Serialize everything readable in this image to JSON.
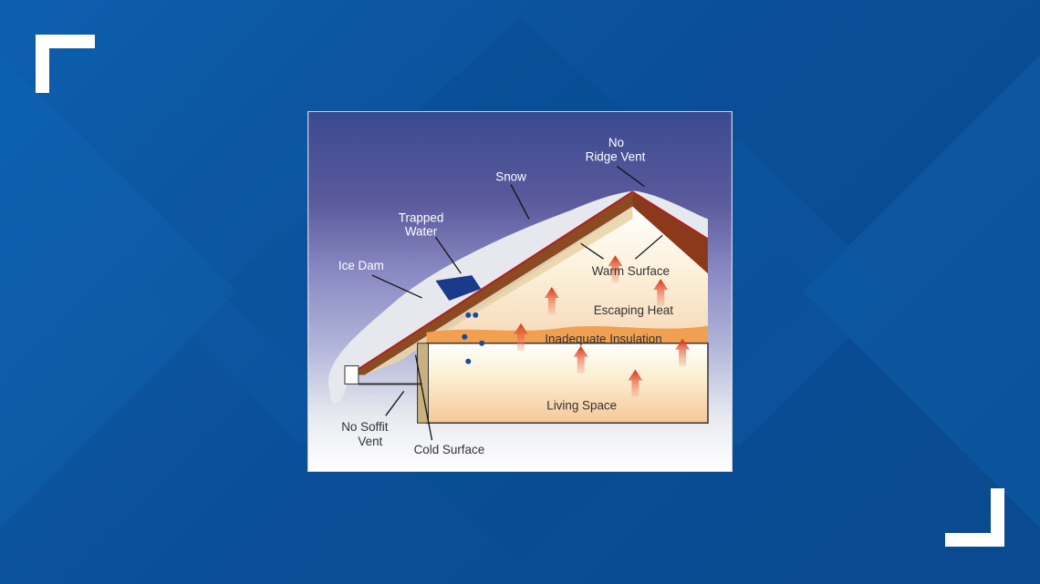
{
  "colors": {
    "background": "#0b55a0",
    "frame_brackets": "#ffffff",
    "sky_top": "#5a5aa0",
    "roof": "#8a3a1a",
    "heat_arrows": "#e0401a",
    "insulation": "#f0a050",
    "water": "#1a3a8a"
  },
  "diagram": {
    "labels": {
      "no_ridge_vent_1": "No",
      "no_ridge_vent_2": "Ridge Vent",
      "snow": "Snow",
      "trapped_water_1": "Trapped",
      "trapped_water_2": "Water",
      "ice_dam": "Ice Dam",
      "warm_surface": "Warm Surface",
      "escaping_heat": "Escaping Heat",
      "inadequate_insulation": "Inadequate Insulation",
      "living_space": "Living Space",
      "no_soffit_vent_1": "No Soffit",
      "no_soffit_vent_2": "Vent",
      "cold_surface": "Cold Surface"
    }
  }
}
